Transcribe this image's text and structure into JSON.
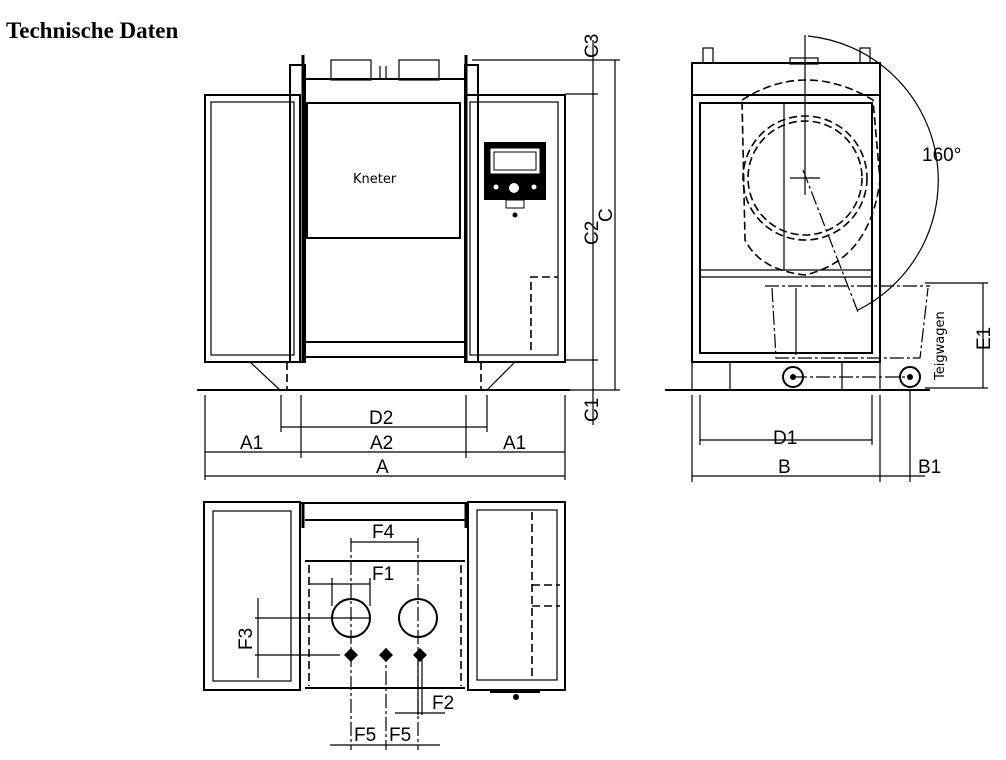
{
  "title": "Technische Daten",
  "front_view": {
    "panel_label": "Kneter",
    "dims": {
      "C3": "C3",
      "C2": "C2",
      "C": "C",
      "C1": "C1",
      "D2": "D2",
      "A1_left": "A1",
      "A2": "A2",
      "A1_right": "A1",
      "A": "A"
    }
  },
  "side_view": {
    "angle": "160°",
    "trolley_label": "Teigwagen",
    "dims": {
      "E1": "E1",
      "D1": "D1",
      "B": "B",
      "B1": "B1"
    }
  },
  "plan_view": {
    "dims": {
      "F4": "F4",
      "F1": "F1",
      "F3": "F3",
      "F2": "F2",
      "F5_left": "F5",
      "F5_right": "F5"
    }
  }
}
